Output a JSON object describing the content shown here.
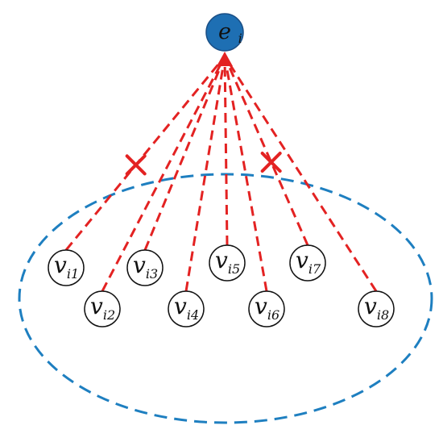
{
  "hub": {
    "main": "e",
    "sub": "i",
    "color": "#1e6fb3"
  },
  "nodes": [
    {
      "main": "v",
      "sub": "i1",
      "cut": true
    },
    {
      "main": "v",
      "sub": "i2",
      "cut": false
    },
    {
      "main": "v",
      "sub": "i3",
      "cut": false
    },
    {
      "main": "v",
      "sub": "i4",
      "cut": false
    },
    {
      "main": "v",
      "sub": "i5",
      "cut": false
    },
    {
      "main": "v",
      "sub": "i6",
      "cut": false
    },
    {
      "main": "v",
      "sub": "i7",
      "cut": true
    },
    {
      "main": "v",
      "sub": "i8",
      "cut": false
    }
  ],
  "colors": {
    "edge": "#e32222",
    "group_outline": "#1e7fc0",
    "node_stroke": "#111111"
  }
}
